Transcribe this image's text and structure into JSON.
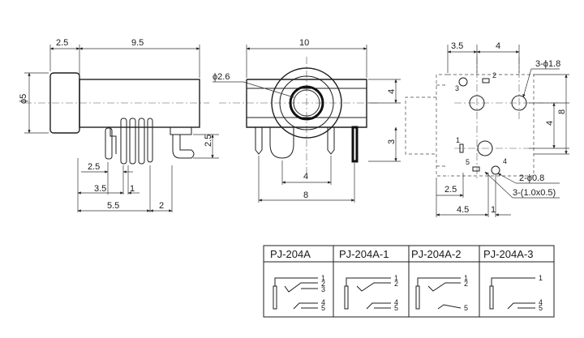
{
  "side_view": {
    "dims": {
      "d1": "2.5",
      "d2": "9.5",
      "dia": "ϕ5",
      "d3": "2.5",
      "d4": "2.5",
      "d5": "3.5",
      "d6": "1",
      "d7": "5.5",
      "d8": "2"
    }
  },
  "front_view": {
    "dims": {
      "width": "10",
      "hole": "ϕ2.6",
      "h1": "4",
      "h2": "3",
      "w1": "4",
      "w2": "8"
    }
  },
  "top_view": {
    "dims": {
      "d1": "3.5",
      "d2": "4",
      "holes": "3-ϕ1.8",
      "h1": "4",
      "h2": "8",
      "pins": "2-ϕ0.8",
      "slots": "3-(1.0x0.5)",
      "d3": "2.5",
      "d4": "4.5",
      "d5": "1"
    },
    "pin_labels": [
      "1",
      "2",
      "3",
      "4",
      "5"
    ]
  },
  "table": {
    "headers": [
      "PJ-204A",
      "PJ-204A-1",
      "PJ-204A-2",
      "PJ-204A-3"
    ],
    "pins": [
      [
        "1",
        "2",
        "3",
        "4",
        "5"
      ],
      [
        "1",
        "2",
        "4",
        "5"
      ],
      [
        "1",
        "2",
        "5"
      ],
      [
        "1",
        "4",
        "5"
      ]
    ]
  }
}
